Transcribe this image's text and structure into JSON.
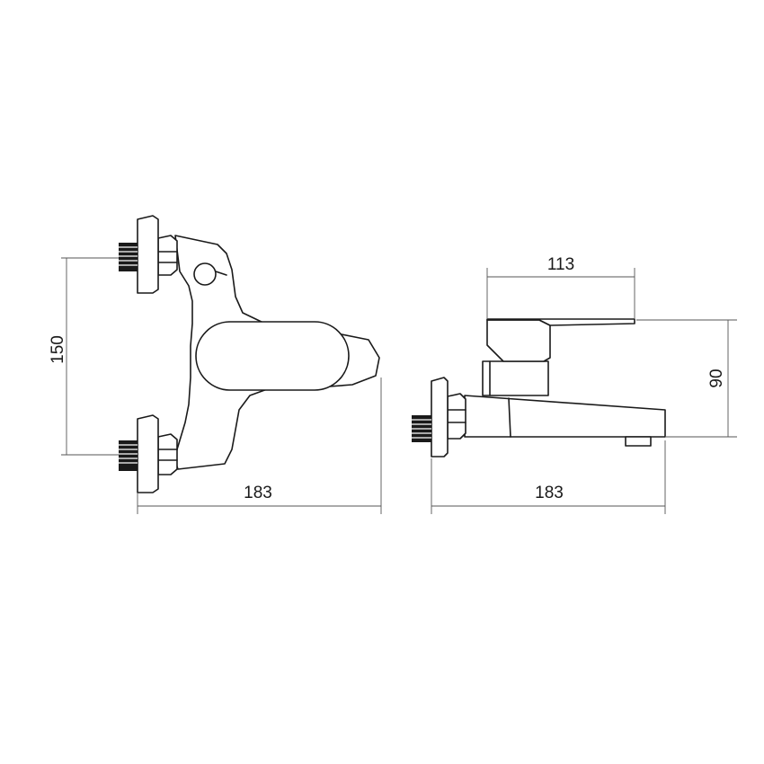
{
  "dimensions": {
    "front_height": "150",
    "front_width": "183",
    "side_width": "183",
    "side_lever_length": "113",
    "side_height": "90"
  }
}
